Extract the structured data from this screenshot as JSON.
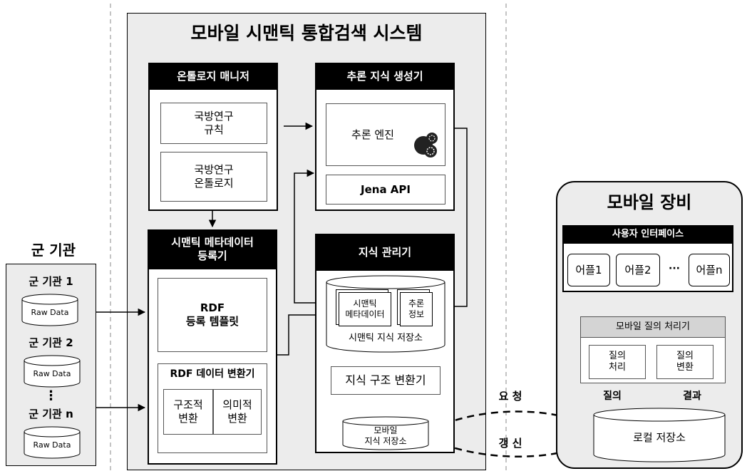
{
  "main_system": {
    "title": "모바일 시맨틱 통합검색 시스템",
    "ontology_manager": {
      "header": "온톨로지 매니저",
      "rules": "국방연구\n규칙",
      "ontology": "국방연구\n온톨로지"
    },
    "inference_generator": {
      "header": "추론 지식 생성기",
      "engine": "추론 엔진",
      "jena": "Jena API"
    },
    "metadata_registrar": {
      "header": "시맨틱 메타데이터\n등록기",
      "rdf_template": "RDF\n등록 템플릿",
      "converter_title": "RDF 데이터 변환기",
      "structural": "구조적\n변환",
      "semantic": "의미적\n변환"
    },
    "knowledge_manager": {
      "header": "지식 관리기",
      "semantic_metadata": "시맨틱\n메타데이터",
      "inference_info": "추론\n정보",
      "semantic_store": "시맨틱 지식 저장소",
      "structure_converter": "지식 구조 변환기",
      "mobile_store": "모바일\n지식 저장소"
    }
  },
  "military": {
    "title": "군 기관",
    "agencies": [
      {
        "name": "군 기관 1",
        "data": "Raw Data"
      },
      {
        "name": "군 기관 2",
        "data": "Raw Data"
      },
      {
        "name": "군 기관 n",
        "data": "Raw Data"
      }
    ],
    "ellipsis": "⋮"
  },
  "mobile": {
    "title": "모바일 장비",
    "ui_header": "사용자 인터페이스",
    "apps": [
      "어플1",
      "어플2",
      "어플n"
    ],
    "apps_ellipsis": "···",
    "query_processor": "모바일 질의 처리기",
    "query_process": "질의\n처리",
    "query_transform": "질의\n변환",
    "local_store": "로컬 저장소",
    "query_label": "질의",
    "result_label": "결과"
  },
  "connections": {
    "request": "요  청",
    "update": "갱  신"
  }
}
